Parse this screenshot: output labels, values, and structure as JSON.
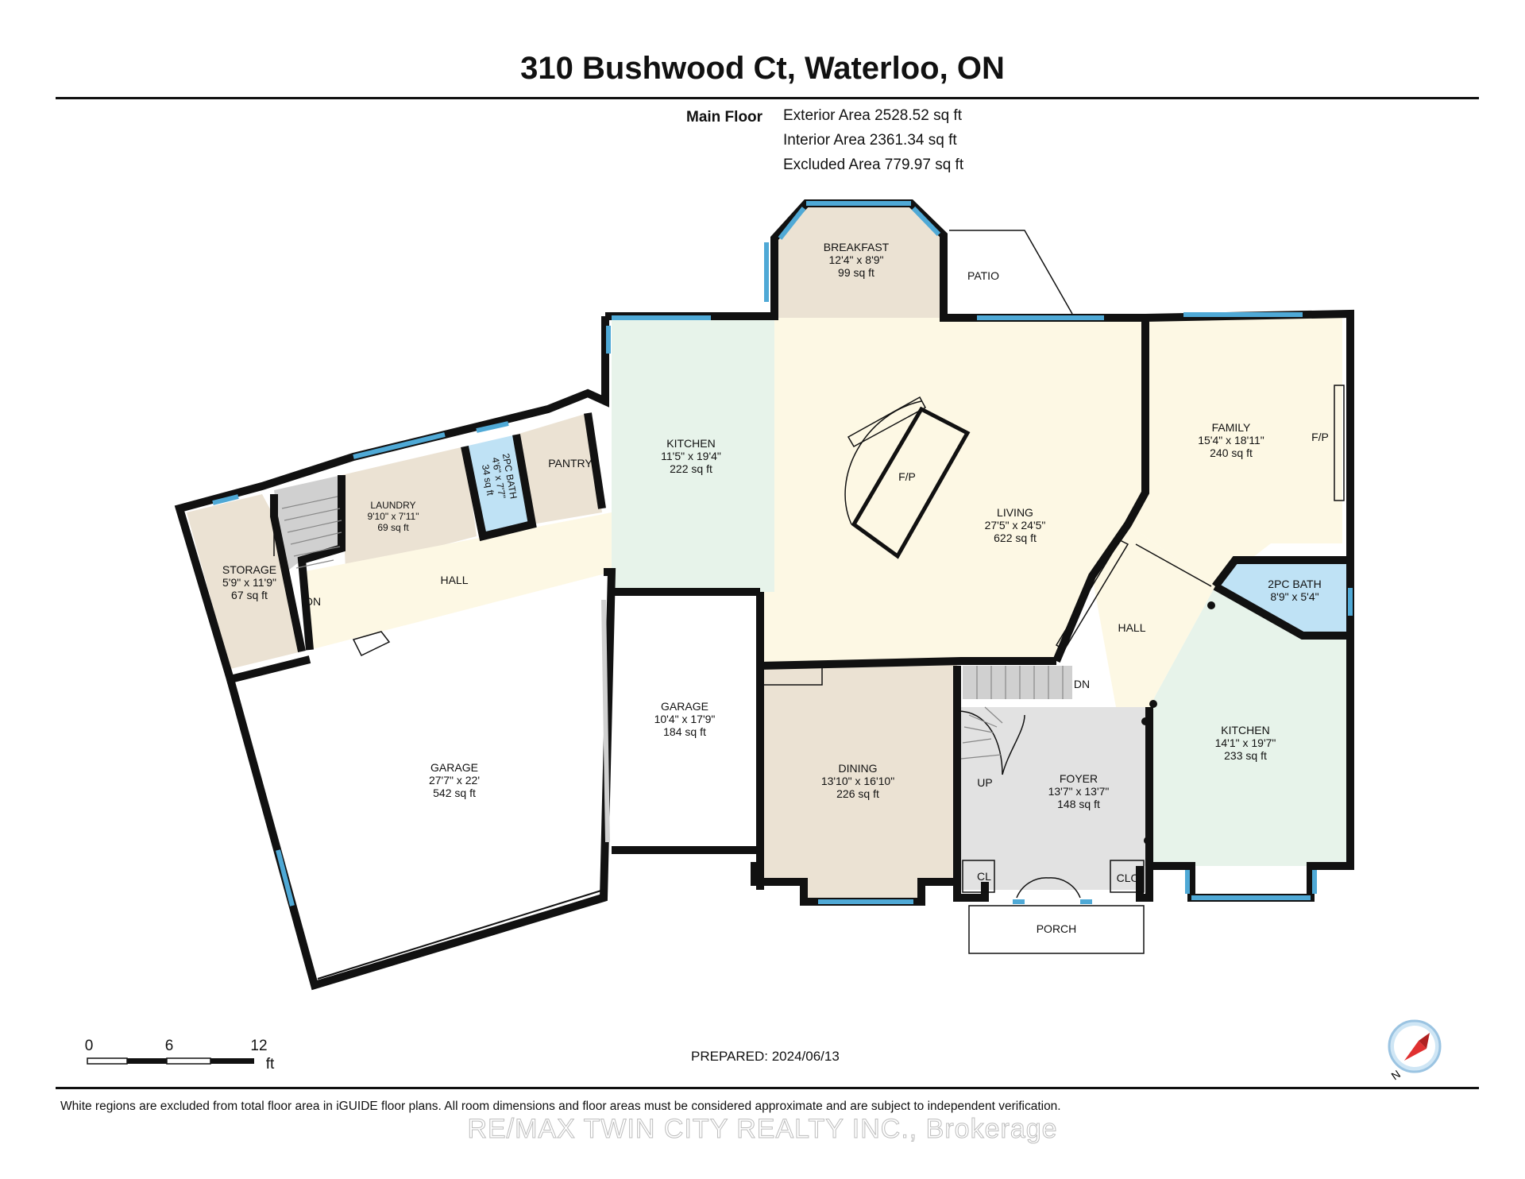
{
  "header": {
    "title": "310 Bushwood Ct, Waterloo, ON"
  },
  "summary": {
    "floor_label": "Main Floor",
    "exterior": "Exterior Area 2528.52 sq ft",
    "interior": "Interior Area 2361.34 sq ft",
    "excluded": "Excluded Area 779.97 sq ft"
  },
  "rooms": {
    "breakfast": {
      "name": "BREAKFAST",
      "dims": "12'4\" x 8'9\"",
      "area": "99 sq ft"
    },
    "kitchen_left": {
      "name": "KITCHEN",
      "dims": "11'5\" x 19'4\"",
      "area": "222 sq ft"
    },
    "living": {
      "name": "LIVING",
      "dims": "27'5\" x 24'5\"",
      "area": "622 sq ft"
    },
    "family": {
      "name": "FAMILY",
      "dims": "15'4\" x 18'11\"",
      "area": "240 sq ft"
    },
    "bath_right": {
      "name": "2PC BATH",
      "dims": "8'9\" x 5'4\""
    },
    "kitchen_right": {
      "name": "KITCHEN",
      "dims": "14'1\" x 19'7\"",
      "area": "233 sq ft"
    },
    "foyer": {
      "name": "FOYER",
      "dims": "13'7\" x 13'7\"",
      "area": "148 sq ft"
    },
    "dining": {
      "name": "DINING",
      "dims": "13'10\" x 16'10\"",
      "area": "226 sq ft"
    },
    "garage_small": {
      "name": "GARAGE",
      "dims": "10'4\" x 17'9\"",
      "area": "184 sq ft"
    },
    "garage_large": {
      "name": "GARAGE",
      "dims": "27'7\" x 22'",
      "area": "542 sq ft"
    },
    "storage": {
      "name": "STORAGE",
      "dims": "5'9\" x 11'9\"",
      "area": "67 sq ft"
    },
    "laundry": {
      "name": "LAUNDRY",
      "dims": "9'10\" x 7'11\"",
      "area": "69 sq ft"
    },
    "bath_left": {
      "name": "2PC BATH",
      "dims": "4'6\" x 7'7\"",
      "area": "34 sq ft"
    },
    "pantry": {
      "name": "PANTRY"
    },
    "hall_left": {
      "name": "HALL"
    },
    "hall_right": {
      "name": "HALL"
    }
  },
  "labels": {
    "patio": "PATIO",
    "porch": "PORCH",
    "fp_living": "F/P",
    "fp_family": "F/P",
    "cl": "CL",
    "clo": "CLO",
    "dn_left": "DN",
    "dn_right": "DN",
    "up": "UP"
  },
  "scale": {
    "zero": "0",
    "six": "6",
    "twelve": "12",
    "unit": "ft"
  },
  "compass_label": "N",
  "prepared": "PREPARED: 2024/06/13",
  "disclaimer": "White regions are excluded from total floor area in iGUIDE floor plans. All room dimensions and floor areas must be considered approximate and are subject to independent verification.",
  "brokerage": "RE/MAX TWIN CITY REALTY INC., Brokerage",
  "colors": {
    "wall": "#111111",
    "window": "#4fa9d6",
    "kitchen": "#e7f3ea",
    "living": "#fdf8e4",
    "tan": "#ebe2d3",
    "bath": "#bfe2f5",
    "foyer": "#e2e2e2",
    "stairs": "#d0d0d0"
  }
}
